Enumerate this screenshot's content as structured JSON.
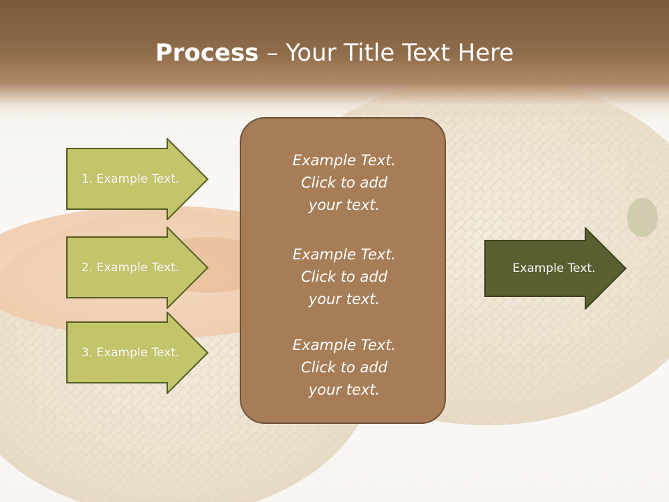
{
  "slide": {
    "title_bold": "Process",
    "title_rest": " – Your Title Text Here"
  },
  "left_arrows": [
    {
      "label": "1. Example Text."
    },
    {
      "label": "2. Example Text."
    },
    {
      "label": "3. Example Text."
    }
  ],
  "center_blocks": [
    {
      "line1": "Example Text.",
      "line2": "Click  to add",
      "line3": "your text."
    },
    {
      "line1": "Example Text.",
      "line2": "Click  to add",
      "line3": "your text."
    },
    {
      "line1": "Example Text.",
      "line2": "Click  to add",
      "line3": "your text."
    }
  ],
  "right_arrow": {
    "label": "Example Text."
  },
  "colors": {
    "header_brown": "#7a5a3c",
    "left_arrow_fill": "#c4c46a",
    "left_arrow_stroke": "#545c22",
    "center_box_fill": "#a67d56",
    "right_arrow_fill": "#5b5e2e"
  }
}
